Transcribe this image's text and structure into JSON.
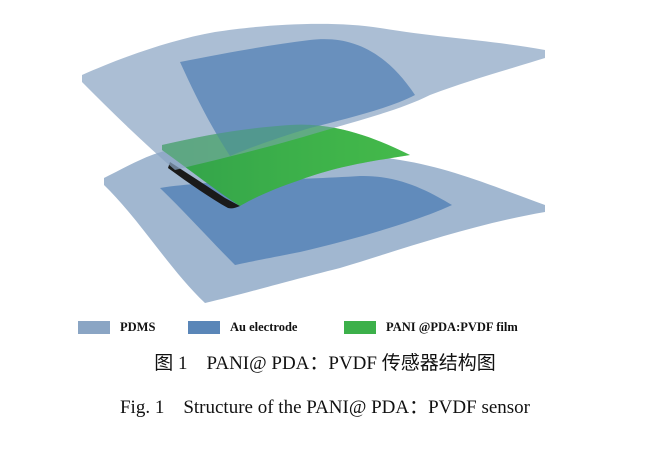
{
  "colors": {
    "pdms": "#8aa5c4",
    "au_electrode": "#5a86b8",
    "film": "#3cb04a",
    "film_edge": "#1a1a1a"
  },
  "legend": [
    {
      "label": "PDMS",
      "color": "#8aa5c4"
    },
    {
      "label": "Au electrode",
      "color": "#5a86b8"
    },
    {
      "label": "PANI @PDA:PVDF film",
      "color": "#3cb04a"
    }
  ],
  "caption": {
    "chinese": "图 1    PANI@ PDA：PVDF 传感器结构图",
    "english": "Fig. 1    Structure of the PANI@ PDA：PVDF sensor"
  }
}
